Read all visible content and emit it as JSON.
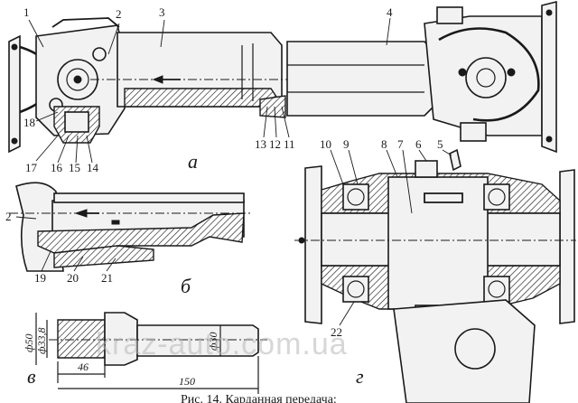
{
  "figure": {
    "caption": "Рис. 14. Карданная передача:",
    "watermark": "kraz-auto.com.ua"
  },
  "views": {
    "a": "а",
    "b": "б",
    "v": "в",
    "g": "г"
  },
  "callouts": {
    "c1": "1",
    "c2": "2",
    "c3": "3",
    "c4": "4",
    "c5": "5",
    "c6": "6",
    "c7": "7",
    "c8": "8",
    "c9": "9",
    "c10": "10",
    "c11": "11",
    "c12": "12",
    "c13": "13",
    "c14": "14",
    "c15": "15",
    "c16": "16",
    "c17": "17",
    "c18": "18",
    "c19": "19",
    "c20": "20",
    "c21": "21",
    "c22": "22",
    "c2b": "2"
  },
  "dimensions": {
    "d50": "ф50",
    "d338": "ф33,8",
    "d30": "ф30",
    "len46": "46",
    "len150": "150"
  }
}
